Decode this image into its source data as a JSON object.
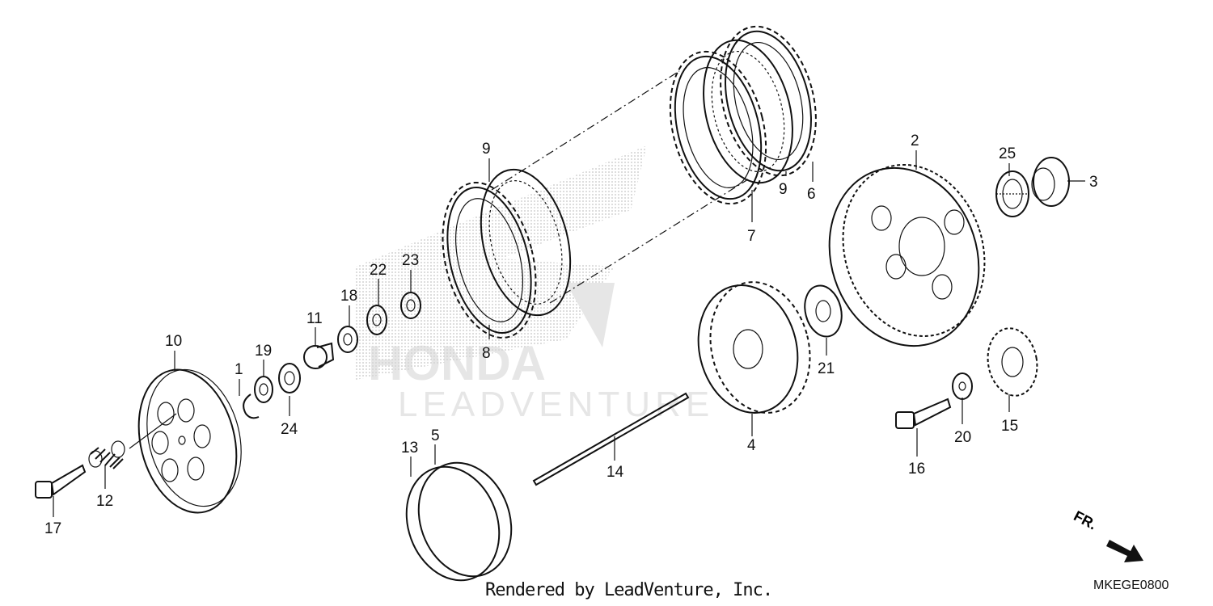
{
  "credit": "Rendered by LeadVenture, Inc.",
  "diagram_code": "MKEGE0800",
  "direction_label": "FR.",
  "watermark": {
    "line1": "HONDA",
    "line2": "LEADVENTURE"
  },
  "callouts": {
    "p1": "1",
    "p2": "2",
    "p3": "3",
    "p4": "4",
    "p5": "5",
    "p6": "6",
    "p7": "7",
    "p8": "8",
    "p9a": "9",
    "p9b": "9",
    "p10": "10",
    "p11": "11",
    "p12": "12",
    "p13": "13",
    "p14": "14",
    "p15": "15",
    "p16": "16",
    "p17": "17",
    "p18": "18",
    "p19": "19",
    "p20": "20",
    "p21": "21",
    "p22": "22",
    "p23": "23",
    "p24": "24",
    "p25": "25"
  }
}
